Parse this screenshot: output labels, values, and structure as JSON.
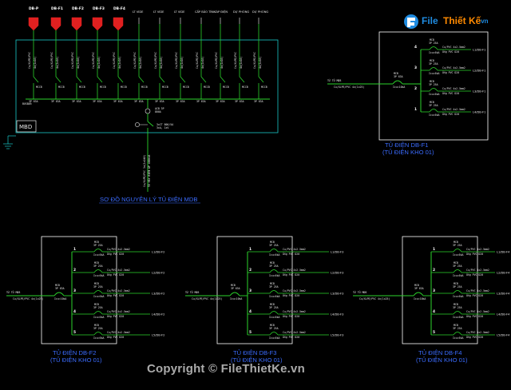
{
  "watermark": {
    "logo_part1": "File",
    "logo_part2": "Thiết Kế",
    "logo_part3": ".vn",
    "copyright": "Copyright © FileThietKe.vn"
  },
  "mdb": {
    "label": "MBD",
    "top_tags": [
      "DB-P",
      "DB-F1",
      "DB-F2",
      "DB-F3",
      "DB-F4"
    ],
    "top_labels": [
      "LT VIDE",
      "LT VIDE",
      "LT VIDE",
      "CẤP BẢO TÍNH",
      "CÁP ĐIỆN",
      "DỰ PHÒNG",
      "DỰ PHÒNG"
    ],
    "feed_text": "TỪ MÁY BIẾN ÁP 400kVA",
    "caption": "SƠ ĐỒ NGUYÊN LÝ TỦ ĐIỆN MDB"
  },
  "panels": [
    {
      "title": "TỦ ĐIỆN DB-F1",
      "subtitle": "(TỦ ĐIỆN KHO 01)",
      "feed_text": "TỪ TỦ MDB",
      "cb_main": "MCB",
      "outs": [
        "4",
        "3",
        "2",
        "1"
      ]
    },
    {
      "title": "TỦ ĐIỆN DB-F2",
      "subtitle": "(TỦ ĐIỆN KHO 01)",
      "feed_text": "TỪ TỦ MDB",
      "cb_main": "MCB",
      "outs": [
        "1",
        "2",
        "3",
        "4",
        "5"
      ]
    },
    {
      "title": "TỦ ĐIỆN DB-F3",
      "subtitle": "(TỦ ĐIỆN KHO 01)",
      "feed_text": "TỪ TỦ MDB",
      "cb_main": "MCB",
      "outs": [
        "1",
        "2",
        "3",
        "4",
        "5"
      ]
    },
    {
      "title": "TỦ ĐIỆN DB-F4",
      "subtitle": "(TỦ ĐIỆN KHO 01)",
      "feed_text": "TỪ TỦ MDB",
      "cb_main": "MCB",
      "outs": [
        "1",
        "2",
        "3",
        "4",
        "5"
      ]
    }
  ],
  "load_labels": {
    "f1": [
      "L1/DB-F1",
      "L2/DB-F1",
      "L3/DB-F1",
      "L4/DB-F1"
    ],
    "f2": [
      "L1/DB-F2",
      "L2/DB-F2",
      "L3/DB-F2",
      "L4/DB-F2",
      "L5/DB-F2"
    ],
    "f3": [
      "L1/DB-F3",
      "L2/DB-F3",
      "L3/DB-F3",
      "L4/DB-F3",
      "L5/DB-F3"
    ],
    "f4": [
      "L1/DB-F4",
      "L2/DB-F4",
      "L3/DB-F4",
      "L4/DB-F4",
      "L5/DB-F4"
    ]
  },
  "colors": {
    "green": "#2bd42b",
    "cyan": "#18c8c8",
    "red": "#e02020",
    "white": "#ffffff",
    "title_blue": "#3b6cff"
  }
}
